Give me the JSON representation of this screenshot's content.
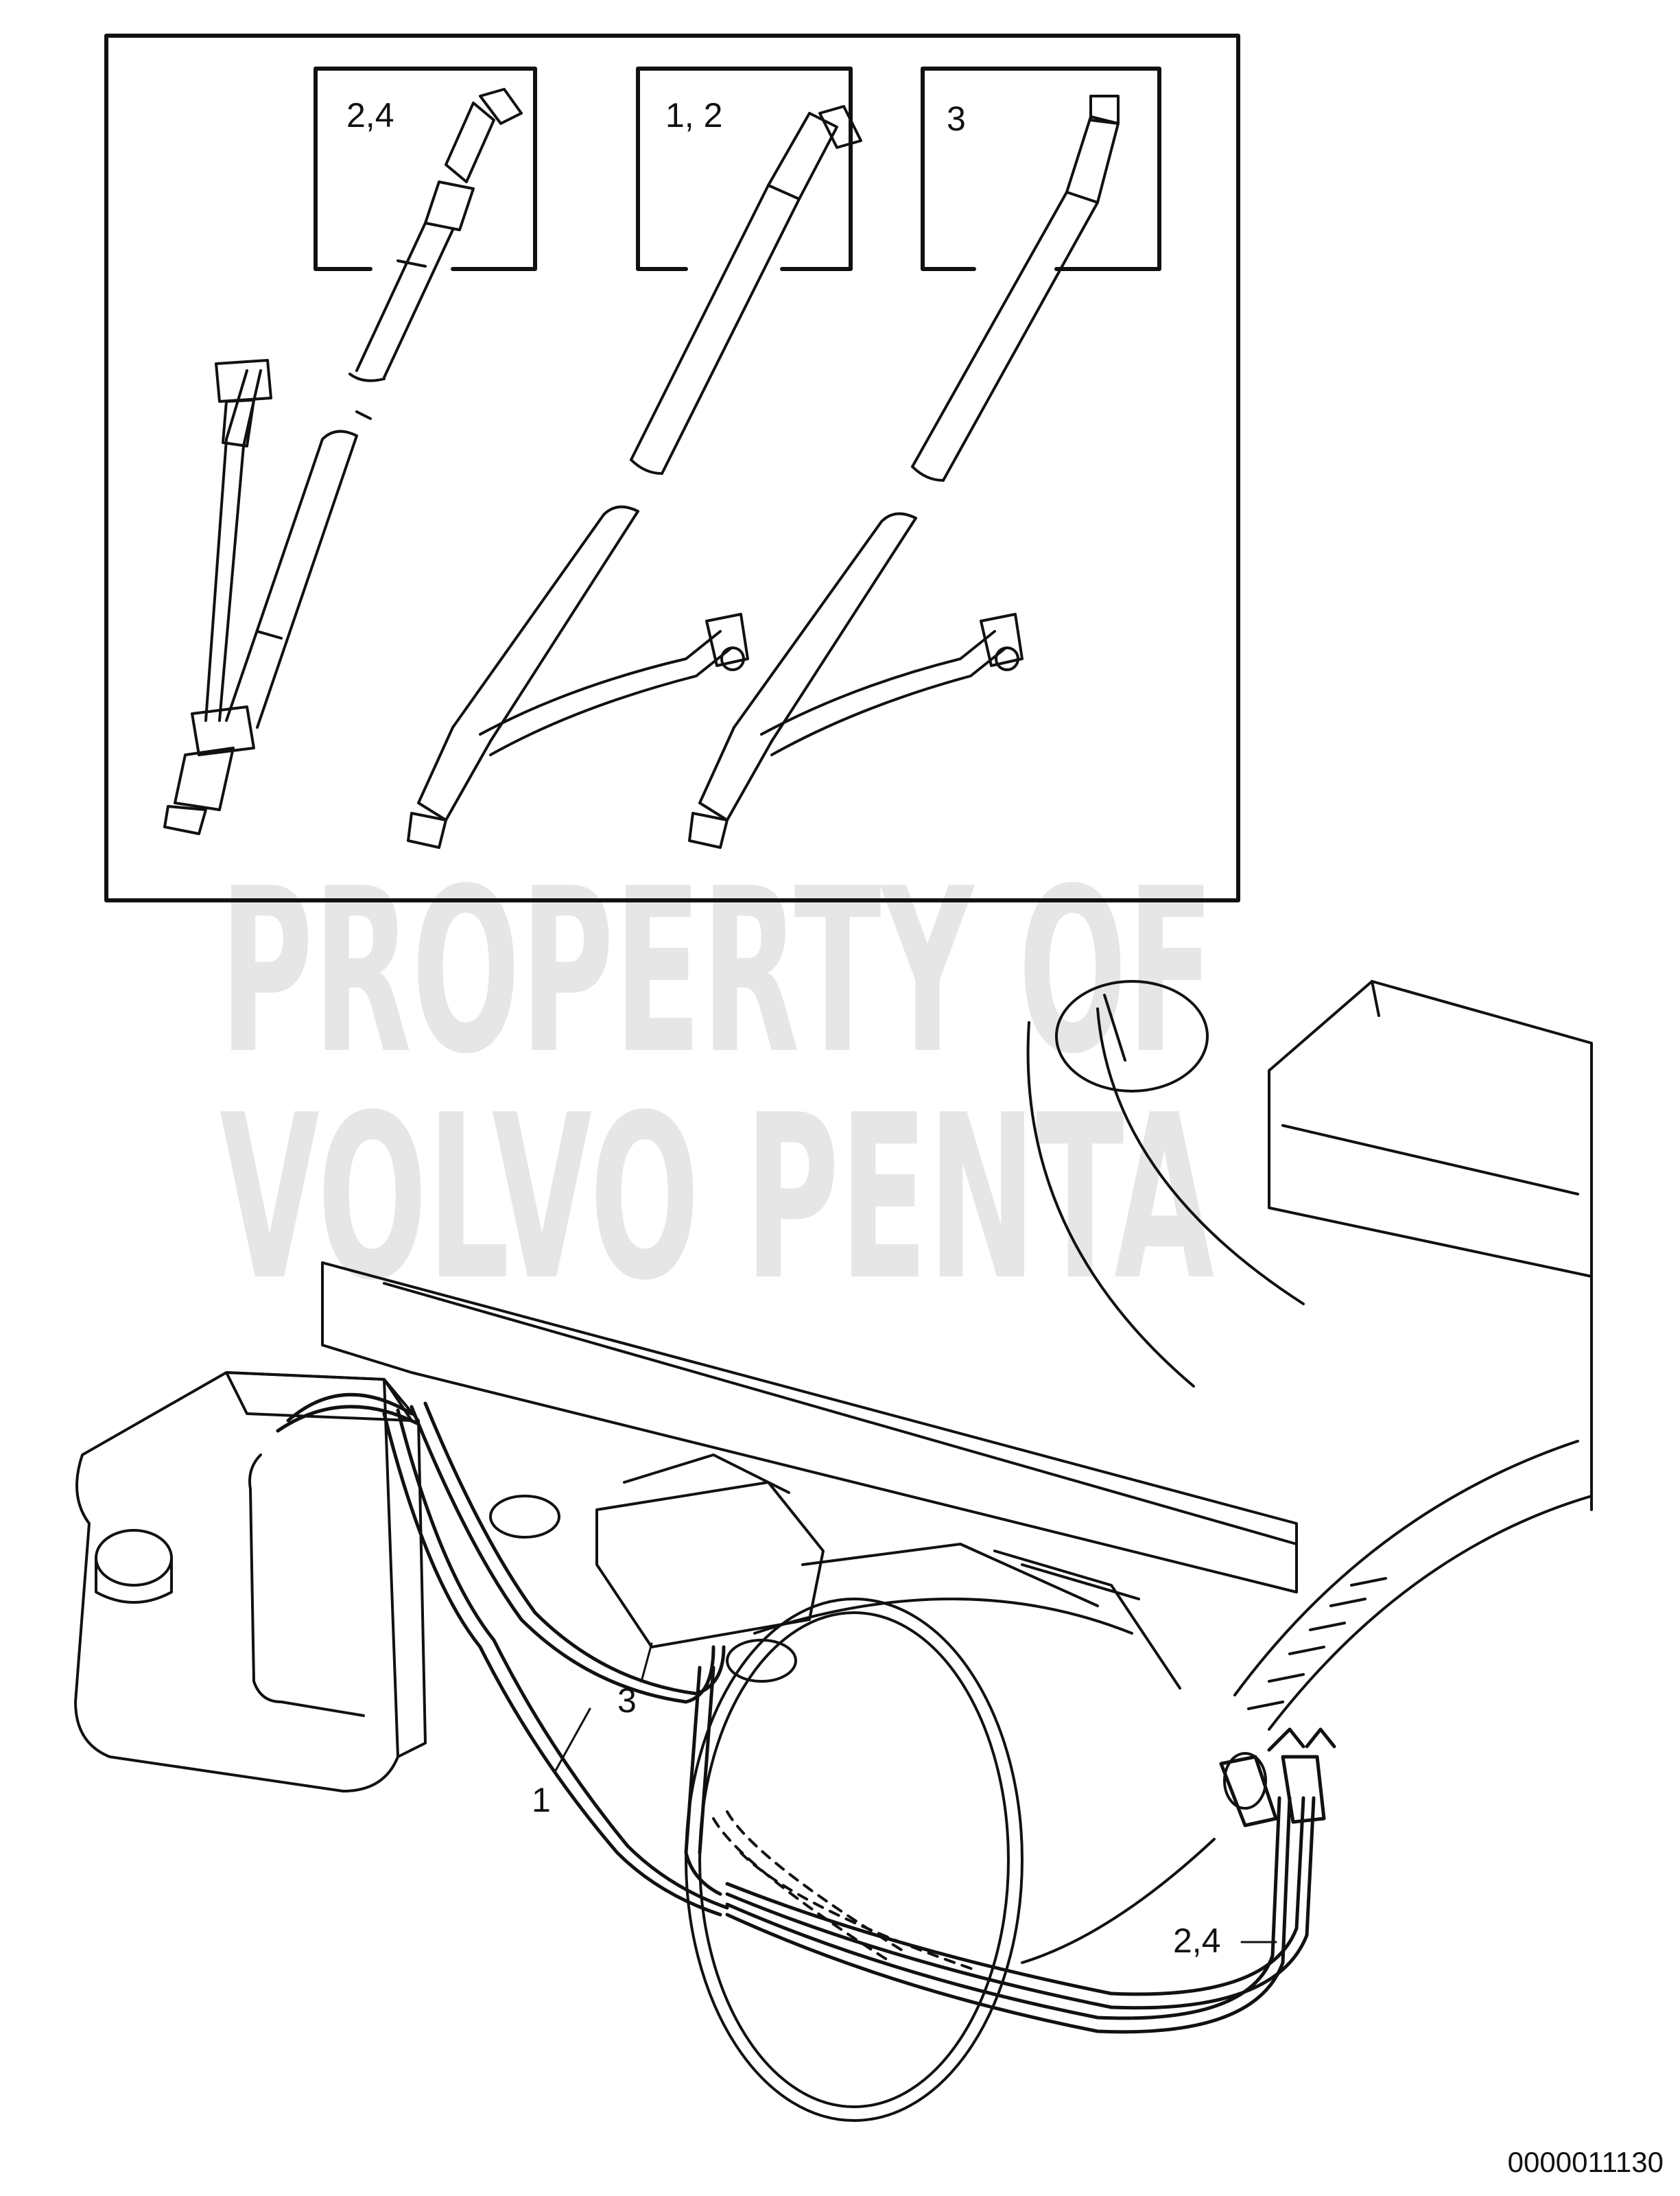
{
  "watermark": {
    "line1": "PROPERTY OF",
    "line2": "VOLVO PENTA",
    "color": "#e6e6e6"
  },
  "inset": {
    "callouts": [
      {
        "id": "a",
        "text": "2,4"
      },
      {
        "id": "b",
        "text": "1, 2"
      },
      {
        "id": "c",
        "text": "3"
      }
    ]
  },
  "main": {
    "labels": {
      "cable3": "3",
      "cable1": "1",
      "cable24": "2,4"
    }
  },
  "figure_number": "0000011130",
  "colors": {
    "ink": "#111111",
    "background": "#ffffff"
  }
}
